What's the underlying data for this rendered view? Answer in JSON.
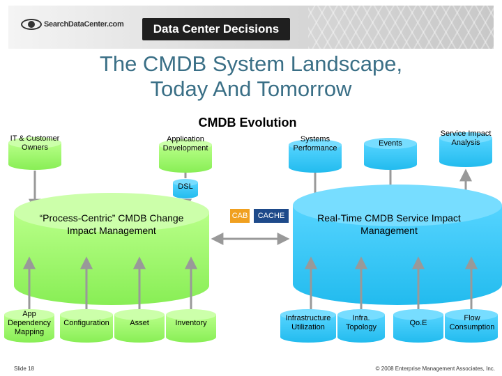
{
  "header": {
    "site_logo": "SearchDataCenter.com",
    "brand": "Data Center Decisions"
  },
  "title": {
    "line1": "The CMDB System Landscape,",
    "line2": "Today And Tomorrow"
  },
  "subtitle": "CMDB Evolution",
  "top_sources": {
    "it_customer_owners": "IT & Customer Owners",
    "application_development": "Application Development",
    "systems_performance": "Systems Performance",
    "events": "Events",
    "service_impact_analysis": "Service Impact Analysis"
  },
  "dsl": "DSL",
  "cab": "CAB",
  "cache": "CACHE",
  "left_db": "“Process-Centric” CMDB Change Impact Management",
  "right_db": "Real-Time CMDB Service Impact Management",
  "bottom_left": {
    "app_dependency_mapping": "App Dependency Mapping",
    "configuration": "Configuration",
    "asset": "Asset",
    "inventory": "Inventory"
  },
  "bottom_right": {
    "infrastructure_utilization": "Infrastructure Utilization",
    "infra_topology": "Infra. Topology",
    "qoe": "Qo.E",
    "flow_consumption": "Flow Consumption"
  },
  "footer": {
    "slide": "Slide 18",
    "copyright": "© 2008 Enterprise Management Associates, Inc."
  },
  "colors": {
    "green": "#99ff66",
    "blue": "#33ccff",
    "arrow": "#999999",
    "title": "#3a6f86"
  }
}
